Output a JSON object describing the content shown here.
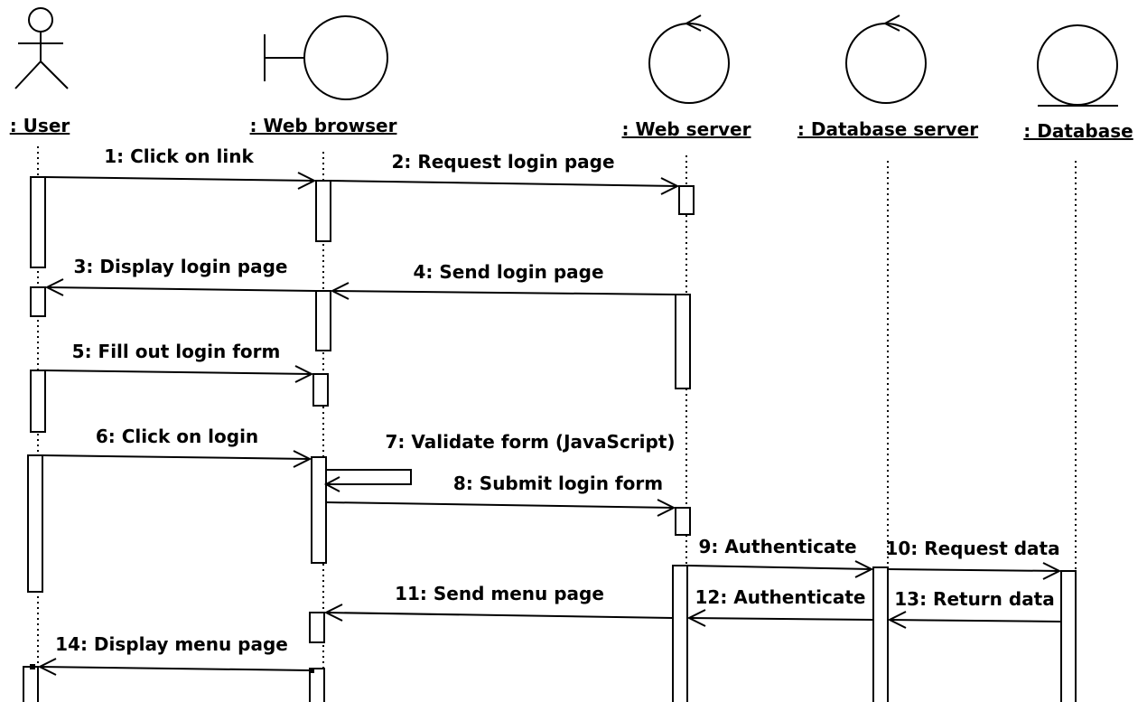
{
  "participants": [
    {
      "id": "user",
      "type": "actor",
      "label": ": User"
    },
    {
      "id": "browser",
      "type": "boundary",
      "label": ": Web browser"
    },
    {
      "id": "webserver",
      "type": "control",
      "label": ": Web server"
    },
    {
      "id": "dbserver",
      "type": "control",
      "label": ": Database server"
    },
    {
      "id": "database",
      "type": "entity",
      "label": ": Database"
    }
  ],
  "messages": [
    {
      "n": 1,
      "label": "1: Click on link",
      "from": "user",
      "to": "browser"
    },
    {
      "n": 2,
      "label": "2: Request login page",
      "from": "browser",
      "to": "webserver"
    },
    {
      "n": 3,
      "label": "3: Display login page",
      "from": "browser",
      "to": "user"
    },
    {
      "n": 4,
      "label": "4: Send login page",
      "from": "webserver",
      "to": "browser"
    },
    {
      "n": 5,
      "label": "5: Fill out login form",
      "from": "user",
      "to": "browser"
    },
    {
      "n": 6,
      "label": "6: Click on login",
      "from": "user",
      "to": "browser"
    },
    {
      "n": 7,
      "label": "7: Validate form (JavaScript)",
      "from": "browser",
      "to": "browser"
    },
    {
      "n": 8,
      "label": "8: Submit login form",
      "from": "browser",
      "to": "webserver"
    },
    {
      "n": 9,
      "label": "9: Authenticate",
      "from": "webserver",
      "to": "dbserver"
    },
    {
      "n": 10,
      "label": "10: Request data",
      "from": "dbserver",
      "to": "database"
    },
    {
      "n": 11,
      "label": "11: Send menu page",
      "from": "webserver",
      "to": "browser"
    },
    {
      "n": 12,
      "label": "12: Authenticate",
      "from": "dbserver",
      "to": "webserver"
    },
    {
      "n": 13,
      "label": "13: Return data",
      "from": "database",
      "to": "dbserver"
    },
    {
      "n": 14,
      "label": "14: Display menu page",
      "from": "browser",
      "to": "user"
    }
  ]
}
